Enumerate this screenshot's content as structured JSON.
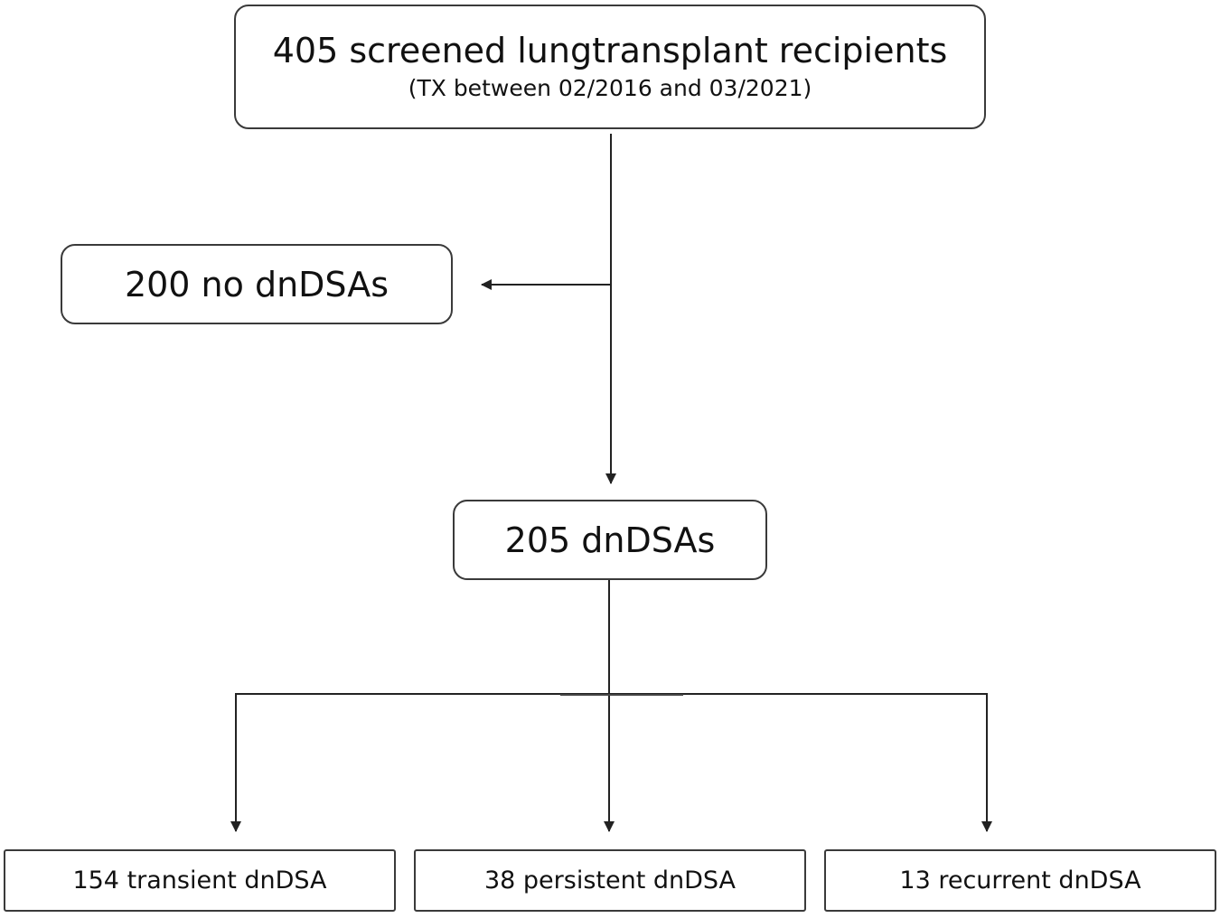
{
  "nodes": {
    "screened": {
      "line1": "405 screened lungtransplant recipients",
      "line2": "(TX between 02/2016 and 03/2021)"
    },
    "no_dndsa": "200 no dnDSAs",
    "dndsa": "205 dnDSAs",
    "transient": "154 transient dnDSA",
    "persistent": "38 persistent dnDSA",
    "recurrent": "13 recurrent dnDSA"
  },
  "colors": {
    "line": "#222222",
    "border": "#3a3a3a",
    "background": "#ffffff"
  }
}
